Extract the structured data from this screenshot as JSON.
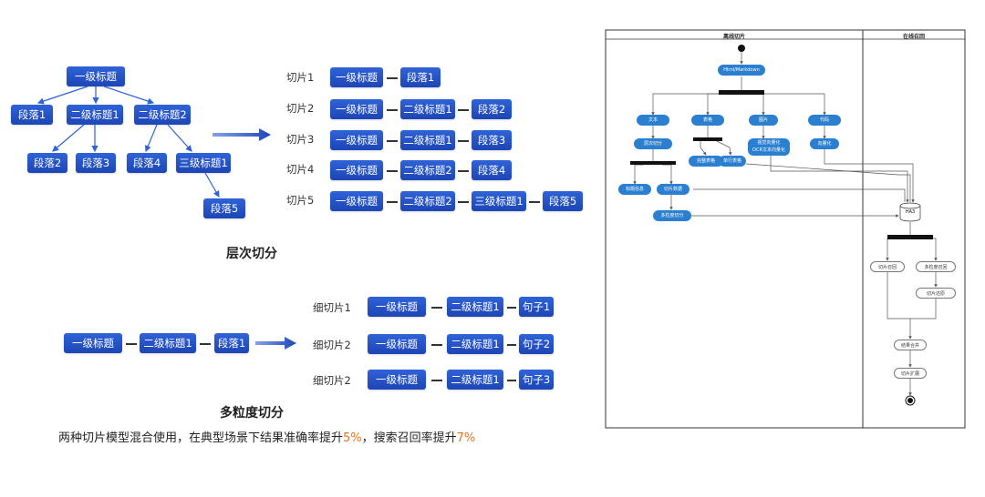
{
  "hierarchy_tree": {
    "root": "一级标题",
    "nodes": [
      "段落1",
      "二级标题1",
      "二级标题2",
      "段落2",
      "段落3",
      "段落4",
      "三级标题1",
      "段落5"
    ]
  },
  "hierarchy_slices": [
    {
      "label": "切片1",
      "items": [
        "一级标题",
        "段落1"
      ]
    },
    {
      "label": "切片2",
      "items": [
        "一级标题",
        "二级标题1",
        "段落2"
      ]
    },
    {
      "label": "切片3",
      "items": [
        "一级标题",
        "二级标题1",
        "段落3"
      ]
    },
    {
      "label": "切片4",
      "items": [
        "一级标题",
        "二级标题2",
        "段落4"
      ]
    },
    {
      "label": "切片5",
      "items": [
        "一级标题",
        "二级标题2",
        "三级标题1",
        "段落5"
      ]
    }
  ],
  "hierarchy_title": "层次切分",
  "granular_source": [
    "一级标题",
    "二级标题1",
    "段落1"
  ],
  "granular_slices": [
    {
      "label": "细切片1",
      "items": [
        "一级标题",
        "二级标题1",
        "句子1"
      ]
    },
    {
      "label": "细切片2",
      "items": [
        "一级标题",
        "二级标题1",
        "句子2"
      ]
    },
    {
      "label": "细切片2",
      "items": [
        "一级标题",
        "二级标题1",
        "句子3"
      ]
    }
  ],
  "granular_title": "多粒度切分",
  "caption": {
    "prefix": "两种切片模型混合使用，在典型场景下结果准确率提升",
    "v1": "5%",
    "mid": "，搜索召回率提升",
    "v2": "7%"
  },
  "flow": {
    "lane_offline": "离线切片",
    "lane_online": "在线召回",
    "html_md": "Html/Markdown",
    "text": "文本",
    "table": "表格",
    "image": "图片",
    "code": "代码",
    "hier_split": "层次切分",
    "full_table": "完整表格",
    "row_table": "单行表格",
    "vision_vec": "视觉向量化\nOCR文本向量化",
    "vectorize": "向量化",
    "title_info": "标题信息",
    "slice_data": "切片数据",
    "multi_split": "多粒度切分",
    "ha3": "HA3",
    "slice_recall": "切片召回",
    "multi_recall": "多粒度召回",
    "slice_back": "切片还原",
    "merge": "结果合并",
    "expand": "切片扩展"
  },
  "colors": {
    "box": "#2150c4",
    "accent": "#e8731e",
    "uml": "#2a7fd0"
  }
}
